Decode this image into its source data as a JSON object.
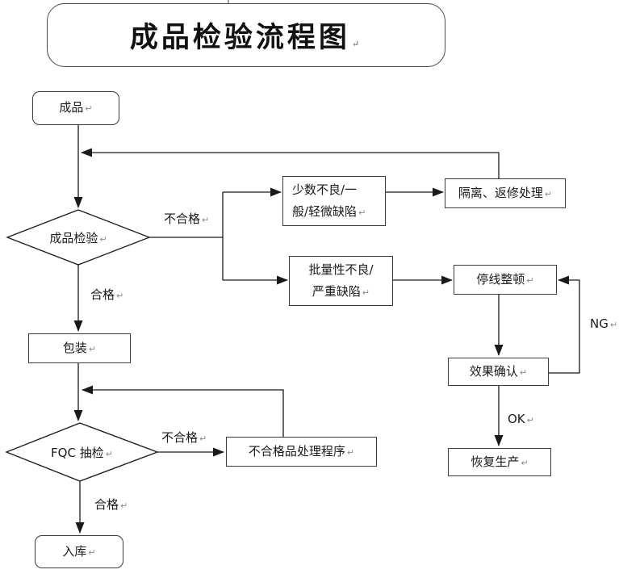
{
  "title": "成品检验流程图",
  "glyphs": {
    "return_mark": "↵"
  },
  "nodes": {
    "start": "成品",
    "inspect": "成品检验",
    "minor_defect_line1": "少数不良/一",
    "minor_defect_line2": "般/轻微缺陷",
    "batch_defect_line1": "批量性不良/",
    "batch_defect_line2": "严重缺陷",
    "isolate_rework": "隔离、返修处理",
    "stop_line": "停线整顿",
    "effect_confirm": "效果确认",
    "resume_production": "恢复生产",
    "packing": "包装",
    "fqc_sampling": "FQC 抽检",
    "nonconforming_procedure": "不合格品处理程序",
    "warehouse": "入库"
  },
  "edge_labels": {
    "fail_top": "不合格",
    "pass_top": "合格",
    "ng": "NG",
    "ok": "OK",
    "fail_bottom": "不合格",
    "pass_bottom": "合格"
  },
  "colors": {
    "line": "#1a1a1a",
    "text": "#1a1a1a",
    "return_mark": "#8a8a8a"
  }
}
